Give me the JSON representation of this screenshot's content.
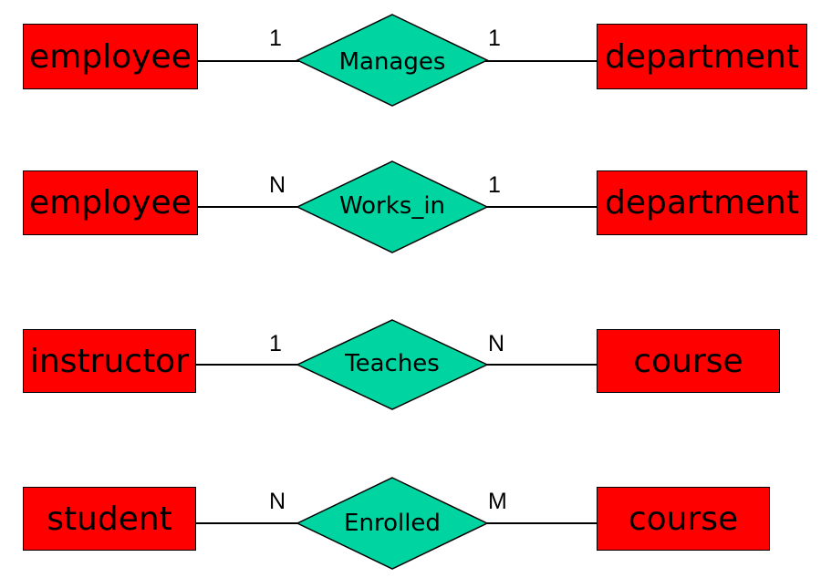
{
  "colors": {
    "entity_fill": "#ff0000",
    "relationship_fill": "#00d5a1",
    "stroke": "#000000"
  },
  "relationships": [
    {
      "left_entity": "employee",
      "relationship": "Manages",
      "right_entity": "department",
      "left_card": "1",
      "right_card": "1"
    },
    {
      "left_entity": "employee",
      "relationship": "Works_in",
      "right_entity": "department",
      "left_card": "N",
      "right_card": "1"
    },
    {
      "left_entity": "instructor",
      "relationship": "Teaches",
      "right_entity": "course",
      "left_card": "1",
      "right_card": "N"
    },
    {
      "left_entity": "student",
      "relationship": "Enrolled",
      "right_entity": "course",
      "left_card": "N",
      "right_card": "M"
    }
  ]
}
